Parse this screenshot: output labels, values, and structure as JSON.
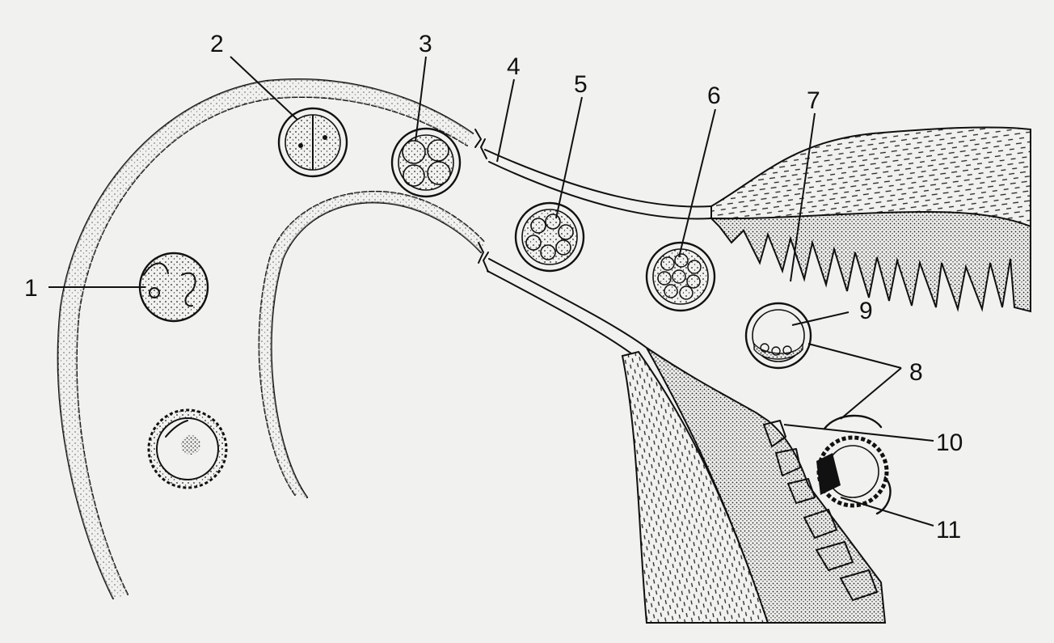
{
  "labels": {
    "l1": "1",
    "l2": "2",
    "l3": "3",
    "l4": "4",
    "l5": "5",
    "l6": "6",
    "l7": "7",
    "l8": "8",
    "l9": "9",
    "l10": "10",
    "l11": "11"
  },
  "colors": {
    "ink": "#111111",
    "paper": "#f1f1ef"
  }
}
